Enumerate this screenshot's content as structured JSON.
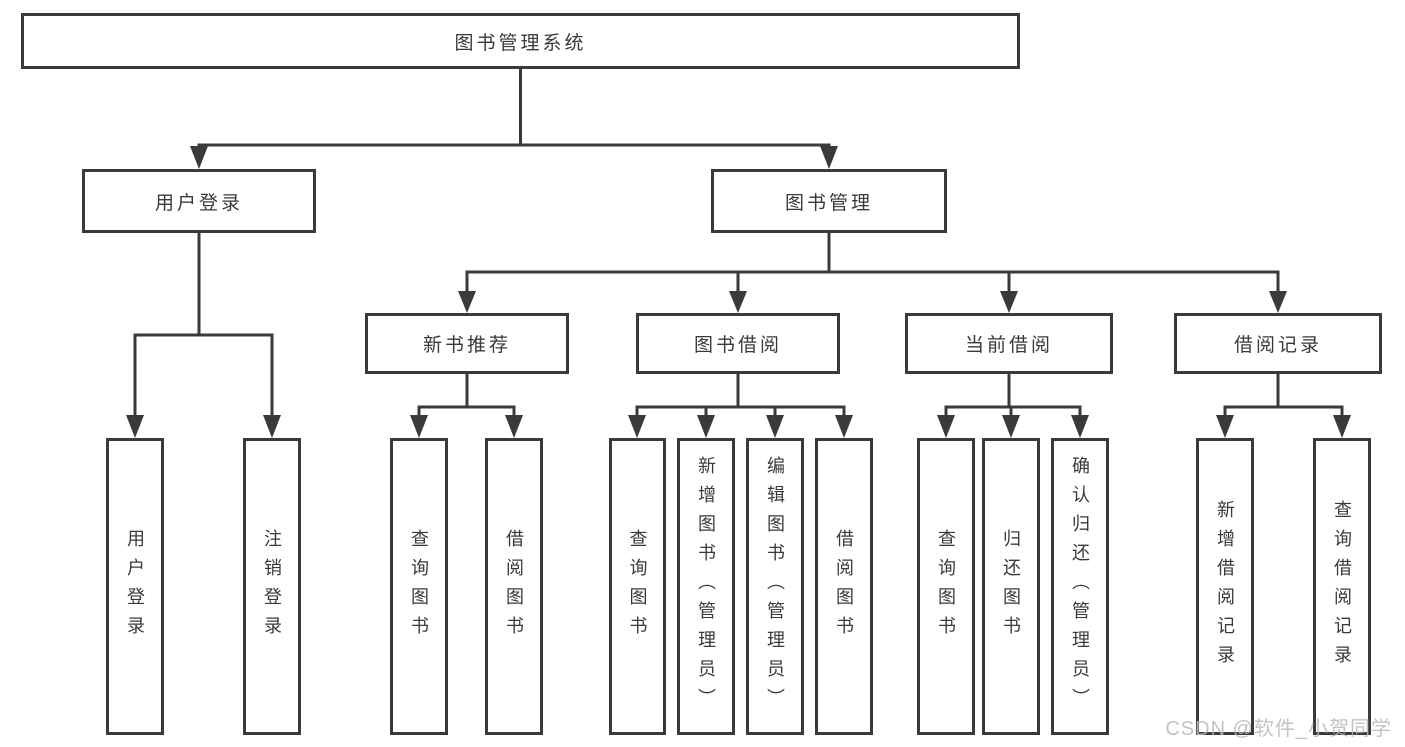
{
  "diagram_type": "hierarchy-tree",
  "tree": {
    "label": "图书管理系统",
    "children": [
      {
        "label": "用户登录",
        "children": [
          {
            "label": "用户登录"
          },
          {
            "label": "注销登录"
          }
        ]
      },
      {
        "label": "图书管理",
        "children": [
          {
            "label": "新书推荐",
            "children": [
              {
                "label": "查询图书"
              },
              {
                "label": "借阅图书"
              }
            ]
          },
          {
            "label": "图书借阅",
            "children": [
              {
                "label": "查询图书"
              },
              {
                "label": "新增图书（管理员）"
              },
              {
                "label": "编辑图书（管理员）"
              },
              {
                "label": "借阅图书"
              }
            ]
          },
          {
            "label": "当前借阅",
            "children": [
              {
                "label": "查询图书"
              },
              {
                "label": "归还图书"
              },
              {
                "label": "确认归还（管理员）"
              }
            ]
          },
          {
            "label": "借阅记录",
            "children": [
              {
                "label": "新增借阅记录"
              },
              {
                "label": "查询借阅记录"
              }
            ]
          }
        ]
      }
    ]
  },
  "watermark": {
    "text": "CSDN @软件_小贺同学"
  },
  "colors": {
    "line": "#3a3a3a",
    "box_border": "#3a3a3a",
    "text": "#3a3a3a",
    "watermark": "#b9b9b9",
    "background": "#ffffff"
  }
}
